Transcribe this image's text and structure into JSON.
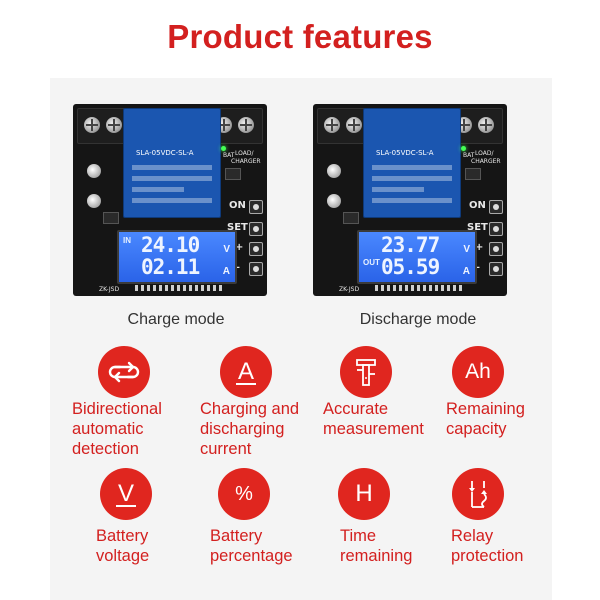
{
  "title": "Product features",
  "modes": [
    {
      "caption": "Charge mode",
      "lcd_tag": "IN",
      "voltage": "24.10",
      "current": "02.11",
      "voltage_unit": "V",
      "current_unit": "A",
      "relay_label": "SLA-05VDC-SL-A",
      "board_marks": [
        "ON",
        "SET",
        "+",
        "–",
        "LOAD/",
        "CHARGER",
        "BAT",
        "ZK-JSD"
      ]
    },
    {
      "caption": "Discharge mode",
      "lcd_tag": "OUT",
      "voltage": "23.77",
      "current": "05.59",
      "voltage_unit": "V",
      "current_unit": "A",
      "relay_label": "SLA-05VDC-SL-A",
      "board_marks": [
        "ON",
        "SET",
        "+",
        "–",
        "LOAD/",
        "CHARGER",
        "BAT",
        "ZK-JSD"
      ]
    }
  ],
  "features": [
    {
      "icon": "bidirectional-arrows-icon",
      "lines": [
        "Bidirectional",
        "automatic",
        "detection"
      ]
    },
    {
      "icon": "current-a-icon",
      "glyph": "A",
      "lines": [
        "Charging and",
        "discharging",
        "current"
      ]
    },
    {
      "icon": "measurement-caliper-icon",
      "lines": [
        "Accurate",
        "measurement"
      ]
    },
    {
      "icon": "capacity-ah-icon",
      "glyph": "Ah",
      "lines": [
        "Remaining",
        "capacity"
      ]
    },
    {
      "icon": "voltage-v-icon",
      "glyph": "V",
      "lines": [
        "Battery",
        "voltage"
      ]
    },
    {
      "icon": "percentage-icon",
      "glyph": "%",
      "lines": [
        "Battery",
        "percentage"
      ]
    },
    {
      "icon": "time-h-icon",
      "glyph": "H",
      "lines": [
        "Time",
        "remaining"
      ]
    },
    {
      "icon": "relay-switch-icon",
      "lines": [
        "Relay",
        "protection"
      ]
    }
  ],
  "colors": {
    "accent": "#d3201f",
    "icon_bg": "#e0261f",
    "lcd": "#3a75f2",
    "pcb": "#151515"
  }
}
